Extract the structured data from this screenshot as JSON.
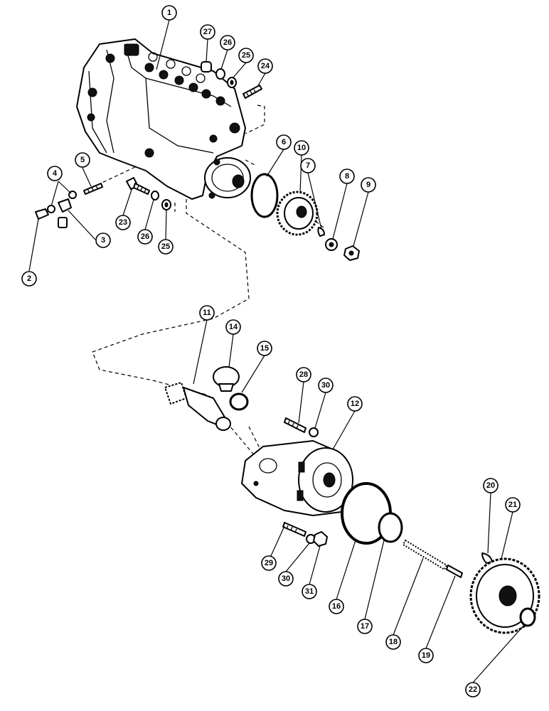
{
  "callouts": [
    {
      "id": "c1",
      "label": "1"
    },
    {
      "id": "c2",
      "label": "2"
    },
    {
      "id": "c3",
      "label": "3"
    },
    {
      "id": "c4",
      "label": "4"
    },
    {
      "id": "c5",
      "label": "5"
    },
    {
      "id": "c6",
      "label": "6"
    },
    {
      "id": "c7",
      "label": "7"
    },
    {
      "id": "c8",
      "label": "8"
    },
    {
      "id": "c9",
      "label": "9"
    },
    {
      "id": "c10",
      "label": "10"
    },
    {
      "id": "c11",
      "label": "11"
    },
    {
      "id": "c12",
      "label": "12"
    },
    {
      "id": "c14",
      "label": "14"
    },
    {
      "id": "c15",
      "label": "15"
    },
    {
      "id": "c16",
      "label": "16"
    },
    {
      "id": "c17",
      "label": "17"
    },
    {
      "id": "c18",
      "label": "18"
    },
    {
      "id": "c19",
      "label": "19"
    },
    {
      "id": "c20",
      "label": "20"
    },
    {
      "id": "c21",
      "label": "21"
    },
    {
      "id": "c22",
      "label": "22"
    },
    {
      "id": "c23",
      "label": "23"
    },
    {
      "id": "c24",
      "label": "24"
    },
    {
      "id": "c25a",
      "label": "25"
    },
    {
      "id": "c25b",
      "label": "25"
    },
    {
      "id": "c26a",
      "label": "26"
    },
    {
      "id": "c26b",
      "label": "26"
    },
    {
      "id": "c27",
      "label": "27"
    },
    {
      "id": "c28",
      "label": "28"
    },
    {
      "id": "c29",
      "label": "29"
    },
    {
      "id": "c30a",
      "label": "30"
    },
    {
      "id": "c30b",
      "label": "30"
    },
    {
      "id": "c31",
      "label": "31"
    }
  ]
}
